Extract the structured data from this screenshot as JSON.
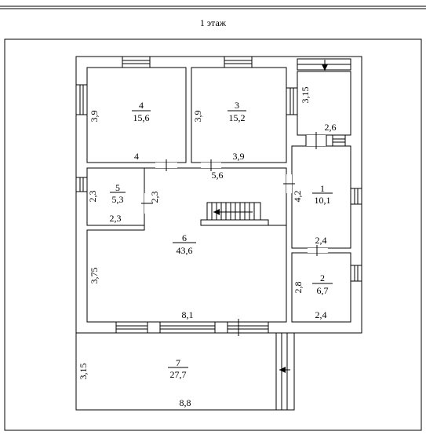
{
  "title": "1 этаж",
  "rooms": [
    {
      "num": "4",
      "area": "15,6"
    },
    {
      "num": "3",
      "area": "15,2"
    },
    {
      "num": "5",
      "area": "5,3"
    },
    {
      "num": "1",
      "area": "10,1"
    },
    {
      "num": "6",
      "area": "43,6"
    },
    {
      "num": "2",
      "area": "6,7"
    },
    {
      "num": "7",
      "area": "27,7"
    }
  ],
  "dims": {
    "r4_height": "3,9",
    "r4_width": "4",
    "r3_height": "3,9",
    "r3_width": "3,9",
    "porch_top_height": "3,15",
    "porch_top_width": "2,6",
    "hall_width": "5,6",
    "r5_height": "2,3",
    "r5_width": "2,3",
    "corridor_height": "2,3",
    "r1_height": "4,2",
    "r1_width": "2,4",
    "r6_height": "3,75",
    "r6_width": "8,1",
    "r2_height": "2,8",
    "r2_width": "2,4",
    "r7_height": "3,15",
    "r7_width": "8,8"
  }
}
